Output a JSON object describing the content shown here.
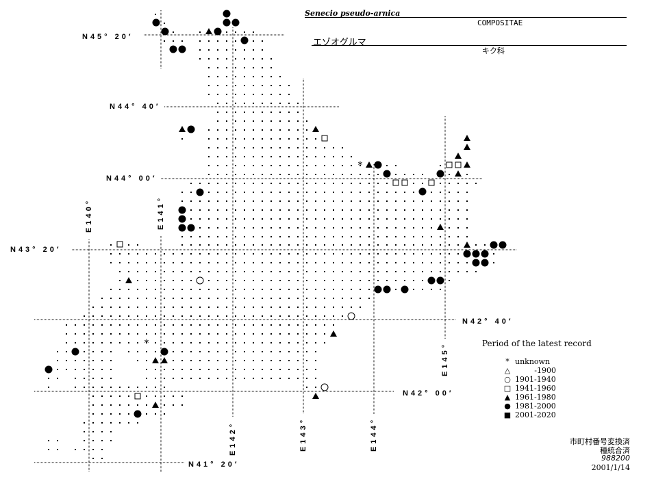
{
  "title": {
    "scientific_name": "Senecio pseudo-arnica",
    "family_latin": "COMPOSITAE",
    "japanese_name": "エゾオグルマ",
    "family_japanese": "キク科"
  },
  "latitude_labels": [
    "N45° 20′",
    "N44° 40′",
    "N44° 00′",
    "N43° 20′",
    "N42° 40′",
    "N42° 00′",
    "N41° 20′"
  ],
  "longitude_labels": [
    "E140°",
    "E141°",
    "E142°",
    "E143°",
    "E144°",
    "E145°"
  ],
  "legend": {
    "title": "Period of the latest record",
    "items": [
      {
        "symbol": "asterisk",
        "label": "unknown"
      },
      {
        "symbol": "open-triangle",
        "label": "-1900"
      },
      {
        "symbol": "open-circle",
        "label": "1901-1940"
      },
      {
        "symbol": "open-square",
        "label": "1941-1960"
      },
      {
        "symbol": "filled-triangle",
        "label": "1961-1980"
      },
      {
        "symbol": "filled-circle",
        "label": "1981-2000"
      },
      {
        "symbol": "filled-square",
        "label": "2001-2020"
      }
    ]
  },
  "footer": {
    "line1": "市町村番号変換済",
    "line2": "種統合済",
    "code": "988200",
    "date": "2001/1/14"
  }
}
